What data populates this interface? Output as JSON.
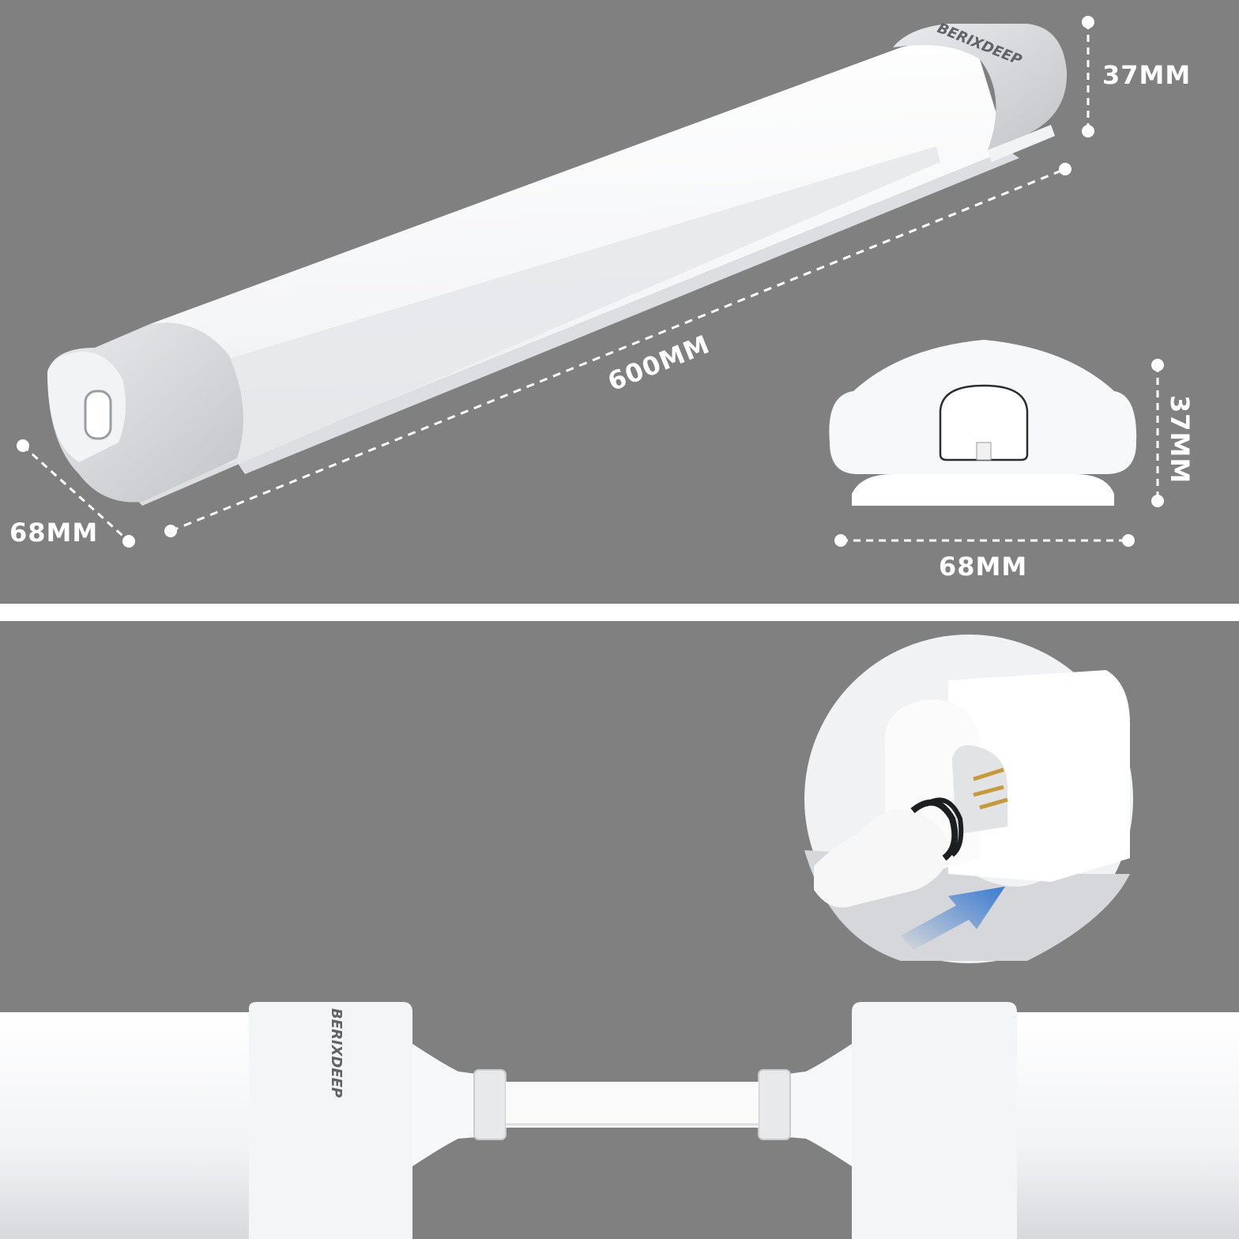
{
  "brand": "BERIXDEEP",
  "dimensions": {
    "height_side": "37MM",
    "length": "600MM",
    "width_side": "68MM",
    "end_height": "37MM",
    "end_width": "68MM"
  },
  "colors": {
    "background": "#808080",
    "divider": "#ffffff",
    "fixture": "#f4f5f7",
    "end_cap": "#d9dbde",
    "arrow": "#3b7bd0"
  },
  "icons": [
    "arrow-icon",
    "connector-pins-icon"
  ]
}
